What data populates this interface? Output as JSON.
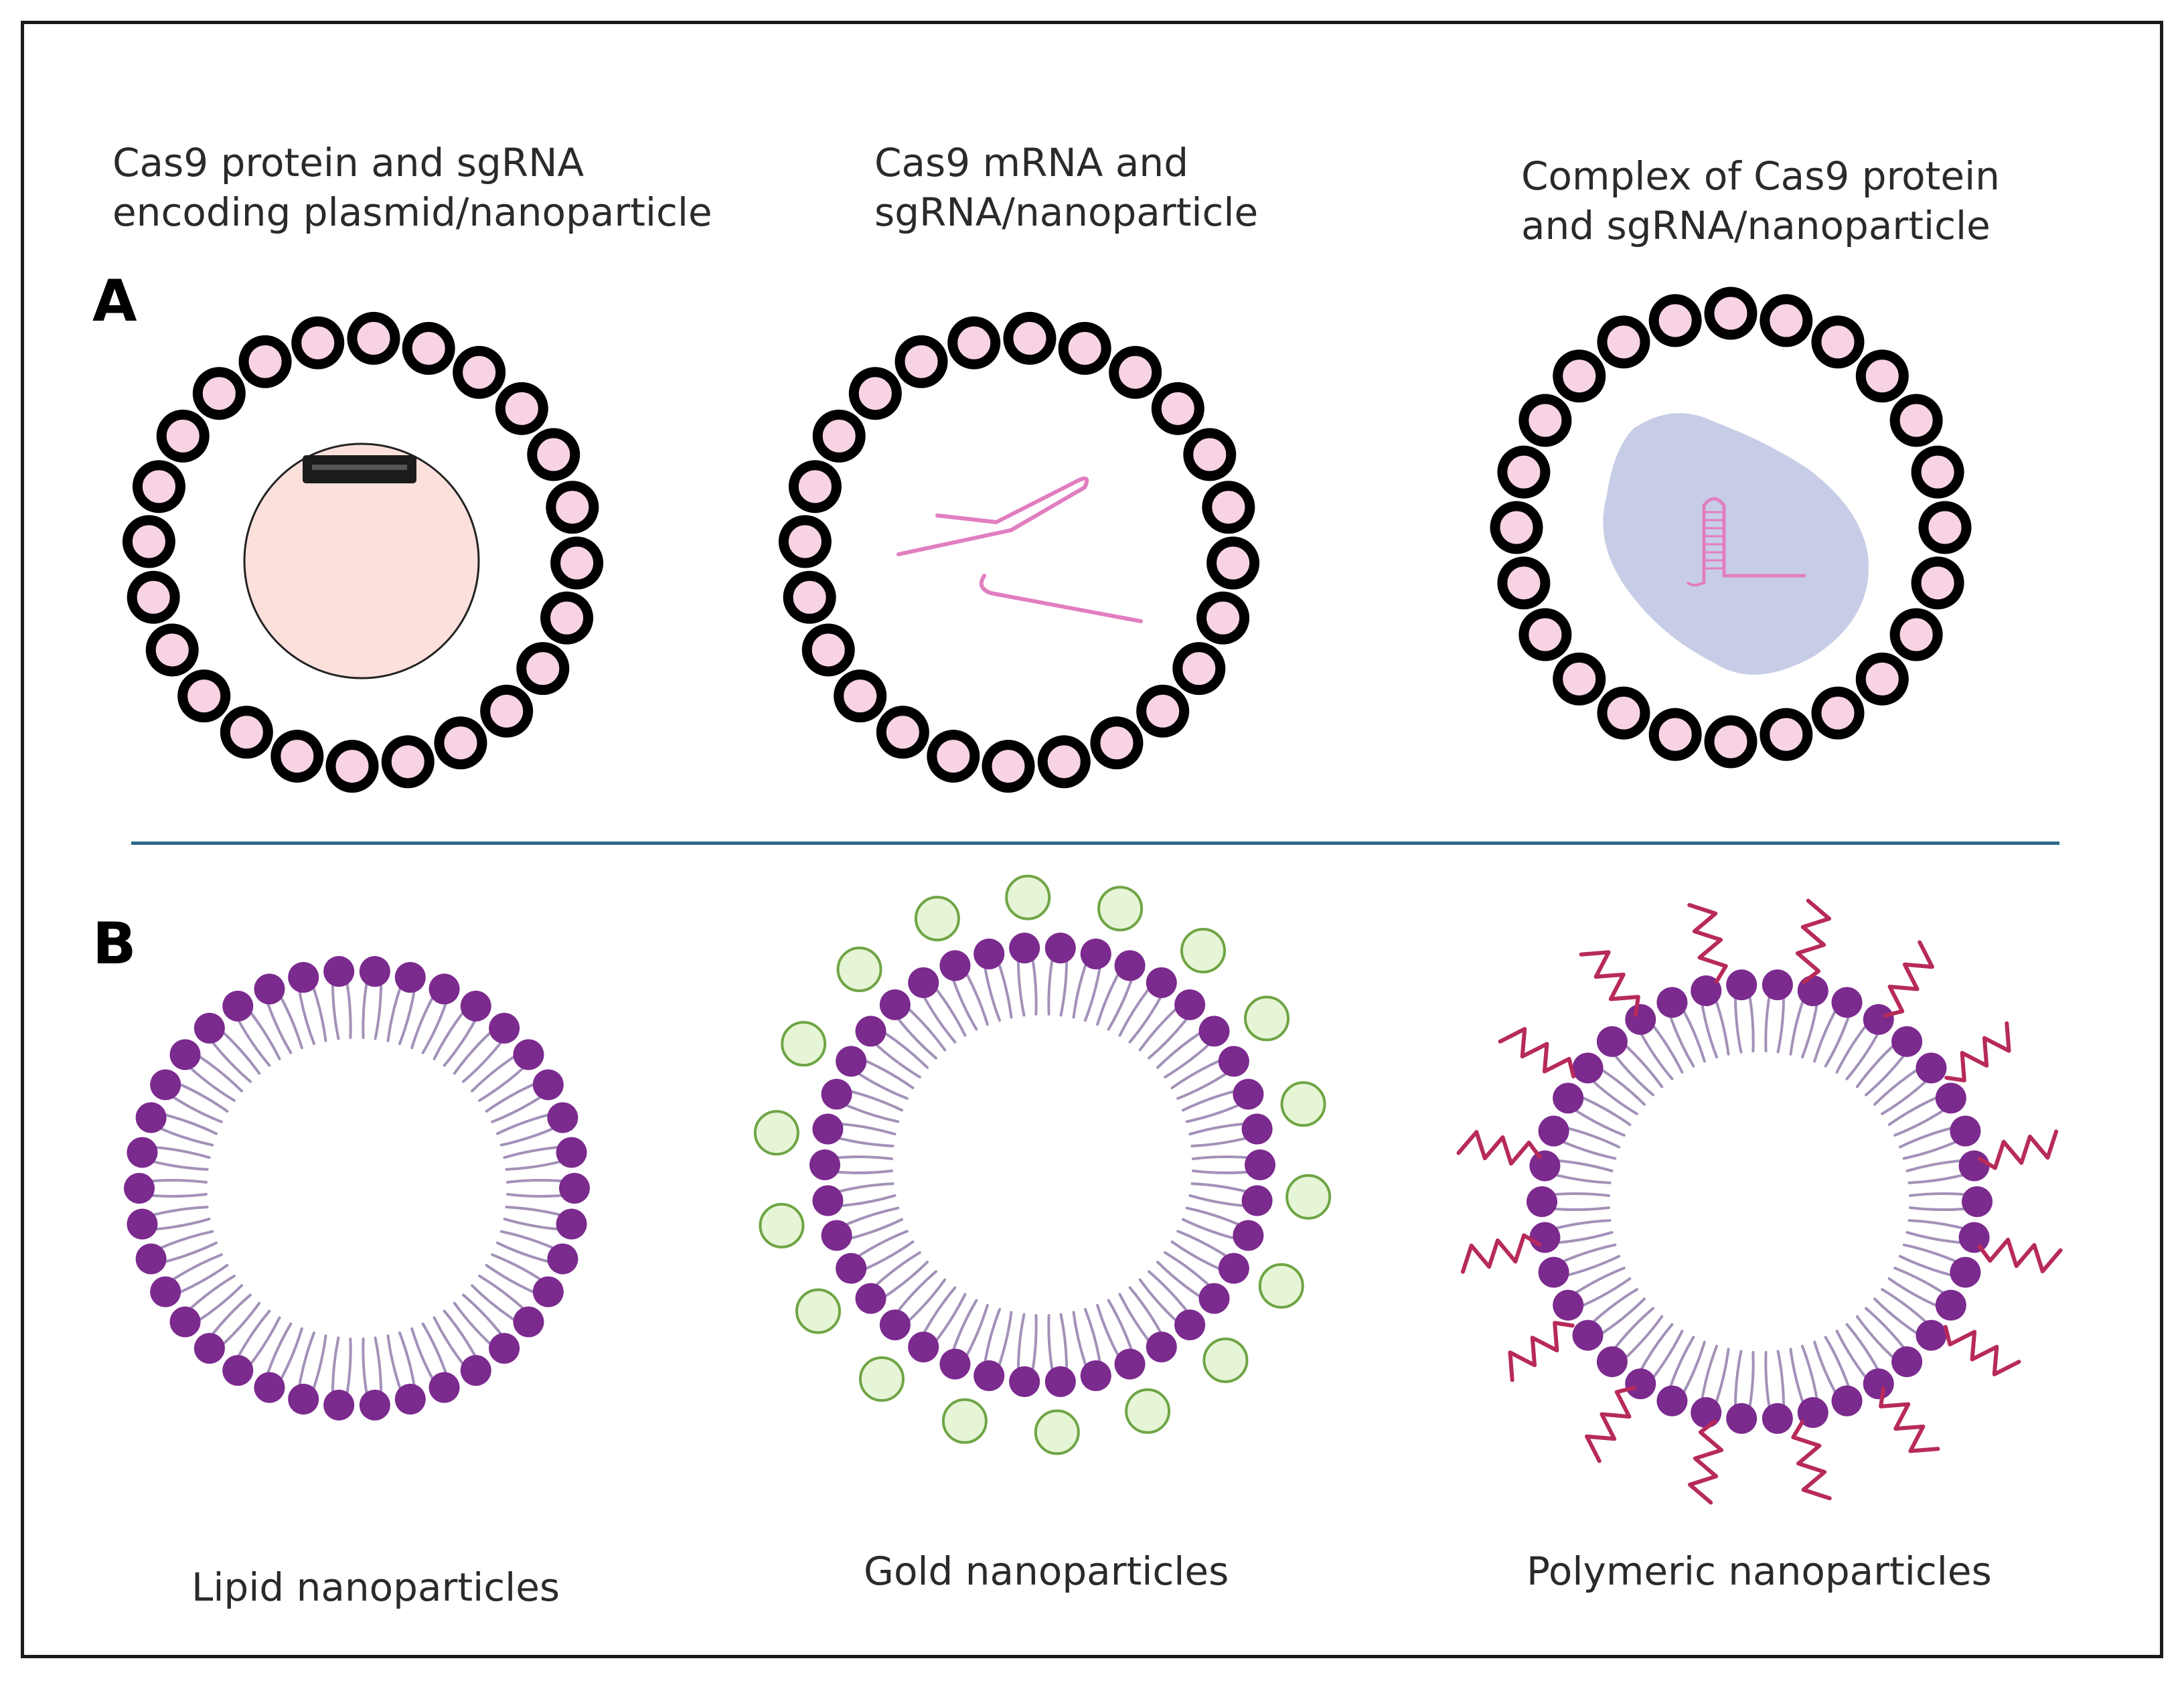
{
  "panel_a": {
    "letter": "A",
    "captions": [
      {
        "line1": "Cas9 protein and sgRNA",
        "line2": "encoding plasmid/nanoparticle"
      },
      {
        "line1": "Cas9 mRNA and",
        "line2": "sgRNA/nanoparticle"
      },
      {
        "line1": "Complex of Cas9 protein",
        "line2": "and sgRNA/nanoparticle"
      }
    ]
  },
  "panel_b": {
    "letter": "B",
    "captions": [
      {
        "label": "Lipid nanoparticles"
      },
      {
        "label": "Gold nanoparticles"
      },
      {
        "label": "Polymeric nanoparticles"
      }
    ]
  },
  "colors": {
    "bead_fill": "#f8d3e4",
    "bead_ring": "#000000",
    "plasmid_fill": "#fbe0dc",
    "rna_strand": "#e17ec0",
    "protein_blob": "#c7cde6",
    "lipid_head": "#7b2a8e",
    "lipid_tail": "#a391b8",
    "gold_bead_fill": "#e6f5d6",
    "gold_bead_stroke": "#6fa545",
    "polymer_chain": "#b72a5a",
    "divider": "#2e6b8a"
  }
}
